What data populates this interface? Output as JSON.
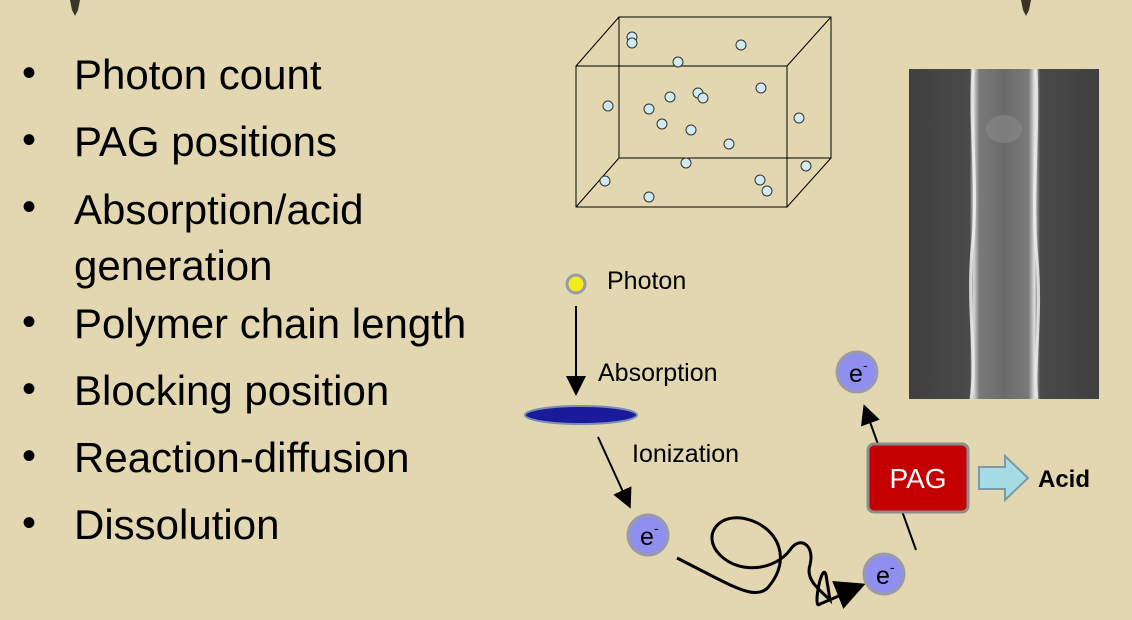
{
  "bullets": [
    "Photon count",
    "PAG positions",
    "Absorption/acid",
    "generation",
    "Polymer chain length",
    "Blocking position",
    "Reaction-diffusion",
    "Dissolution"
  ],
  "diagram": {
    "photon_label": "Photon",
    "absorption_label": "Absorption",
    "ionization_label": "Ionization",
    "electron_label": "e",
    "electron_sup": "-",
    "pag_label": "PAG",
    "acid_label": "Acid"
  },
  "colors": {
    "background": "#e2d7b1",
    "photon": "#f4ec1a",
    "electron": "#8f8ff0",
    "pag_box": "#c40000",
    "absorber": "#1a1a9a",
    "acid_arrow": "#a6dde4",
    "pag_sphere": "#cfeaf2"
  }
}
